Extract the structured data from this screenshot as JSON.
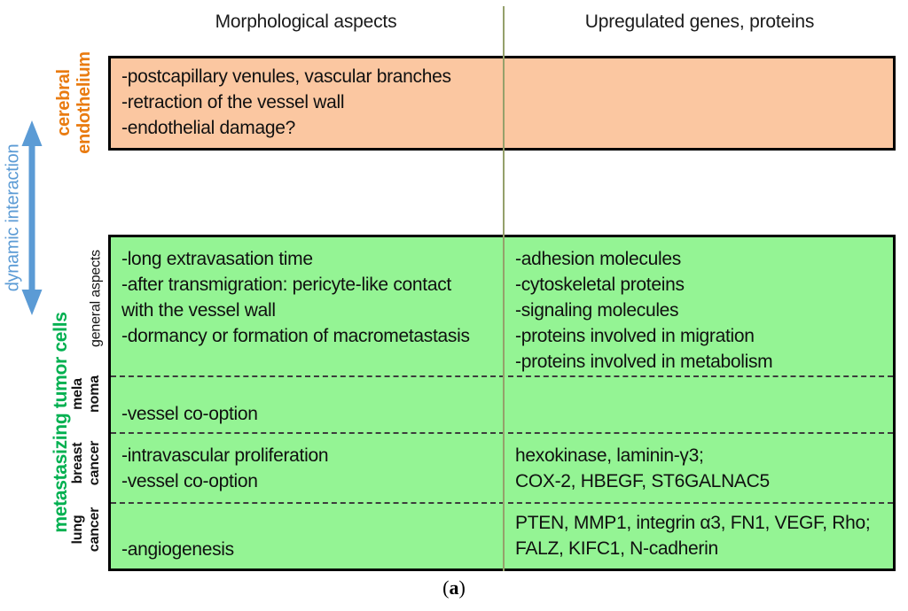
{
  "headers": {
    "morphology": "Morphological aspects",
    "genes": "Upregulated genes, proteins"
  },
  "side": {
    "interaction": "dynamic interaction",
    "endothelium_lines": [
      "cerebral",
      "endothelium"
    ],
    "tumor": "metastasizing tumor cells"
  },
  "endothelium_row": {
    "morphology": [
      "-postcapillary venules, vascular branches",
      "-retraction of the vessel wall",
      "-endothelial damage?"
    ],
    "genes": []
  },
  "tumor_rows": [
    {
      "label": [
        "general aspects"
      ],
      "morphology": [
        "-long extravasation time",
        "-after transmigration: pericyte-like contact",
        "with the vessel wall",
        "-dormancy or formation of macrometastasis"
      ],
      "genes": [
        "-adhesion molecules",
        "-cytoskeletal proteins",
        "-signaling molecules",
        "-proteins involved in migration",
        "-proteins involved in metabolism"
      ]
    },
    {
      "label": [
        "mela",
        "noma"
      ],
      "morphology": [
        "-vessel co-option"
      ],
      "genes": []
    },
    {
      "label": [
        "breast",
        "cancer"
      ],
      "morphology": [
        "-intravascular proliferation",
        "-vessel co-option"
      ],
      "genes": [
        "hexokinase, laminin-γ3;",
        "COX-2, HBEGF, ST6GALNAC5"
      ]
    },
    {
      "label": [
        "lung",
        "cancer"
      ],
      "morphology": [
        "-angiogenesis"
      ],
      "genes": [
        "PTEN, MMP1, integrin α3, FN1, VEGF, Rho;",
        "FALZ, KIFC1, N-cadherin"
      ]
    }
  ],
  "caption": {
    "open": "(",
    "letter": "a",
    "close": ")"
  },
  "colors": {
    "endothelium_fill": "#FBC7A1",
    "tumor_fill": "#94F494",
    "endothelium_label": "#E97B10",
    "tumor_label": "#00B050",
    "interaction_blue": "#5B9BD5",
    "divider_olive": "#95A06B"
  }
}
